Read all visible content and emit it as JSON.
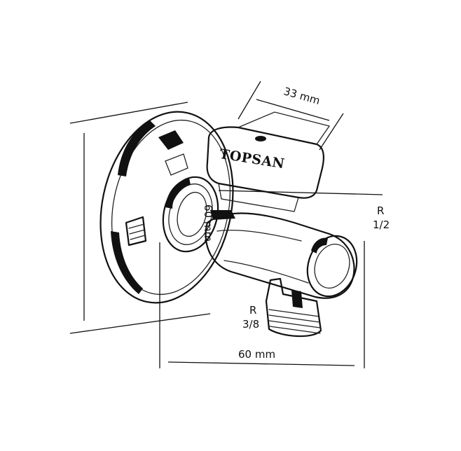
{
  "product": {
    "brand": "TOPSAN"
  },
  "dimensions": {
    "top_width": "33 mm",
    "height": "60 mm",
    "depth": "60 mm",
    "inlet_thread_line1": "R",
    "inlet_thread_line2": "1/2",
    "outlet_thread_line1": "R",
    "outlet_thread_line2": "3/8"
  },
  "colors": {
    "ink": "#111111",
    "background": "#ffffff"
  }
}
